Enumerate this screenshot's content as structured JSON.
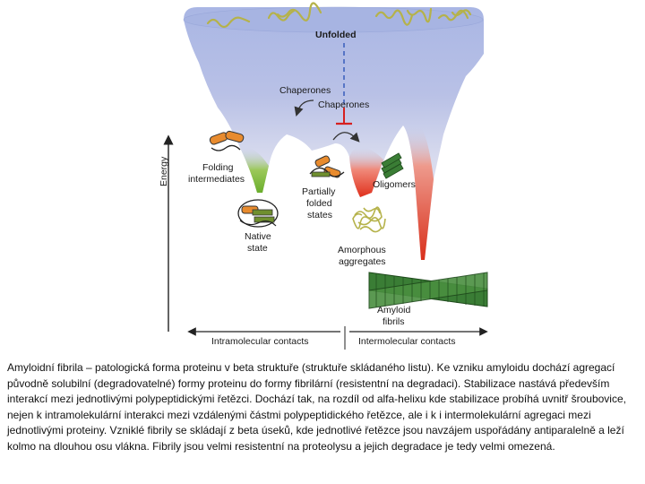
{
  "figure": {
    "labels": {
      "unfolded": "Unfolded",
      "chaperones_1": "Chaperones",
      "chaperones_2": "Chaperones",
      "folding_intermediates_1": "Folding",
      "folding_intermediates_2": "intermediates",
      "partially_folded_1": "Partially",
      "partially_folded_2": "folded",
      "partially_folded_3": "states",
      "oligomers": "Oligomers",
      "native_1": "Native",
      "native_2": "state",
      "amorphous_1": "Amorphous",
      "amorphous_2": "aggregates",
      "amyloid_1": "Amyloid",
      "amyloid_2": "fibrils"
    },
    "axes": {
      "y_label": "Energy",
      "x_left": "Intramolecular contacts",
      "x_right": "Intermolecular contacts"
    },
    "colors": {
      "funnel_top": "#a9b6e4",
      "funnel_mid": "#c3c7e6",
      "intramolecular_green": "#7dbb3c",
      "intermolecular_red": "#e8412c",
      "fibril_green": "#3a7d35",
      "helix_orange": "#e88b2e",
      "inhibit_red": "#d62020",
      "dashed_blue": "#2f56b8"
    }
  },
  "caption": "Amyloidní fibrila – patologická forma proteinu v beta struktuře (struktuře skládaného listu). Ke vzniku amyloidu dochází agregací původně solubilní (degradovatelné) formy proteinu do formy fibrilární (resistentní na degradaci). Stabilizace nastává především interakcí mezi jednotlivými polypeptidickými řetězci. Dochází tak, na rozdíl od alfa-helixu kde stabilizace probíhá uvnitř šroubovice, nejen k intramolekulární interakci mezi vzdálenými částmi polypeptidického řetězce, ale i k i intermolekulární agregaci mezi jednotlivými proteiny. Vzniklé fibrily se skládají z beta úseků, kde jednotlivé řetězce jsou navzájem uspořádány antiparalelně a leží kolmo na dlouhou osu vlákna. Fibrily jsou velmi resistentní na proteolysu a jejich degradace je tedy velmi omezená."
}
